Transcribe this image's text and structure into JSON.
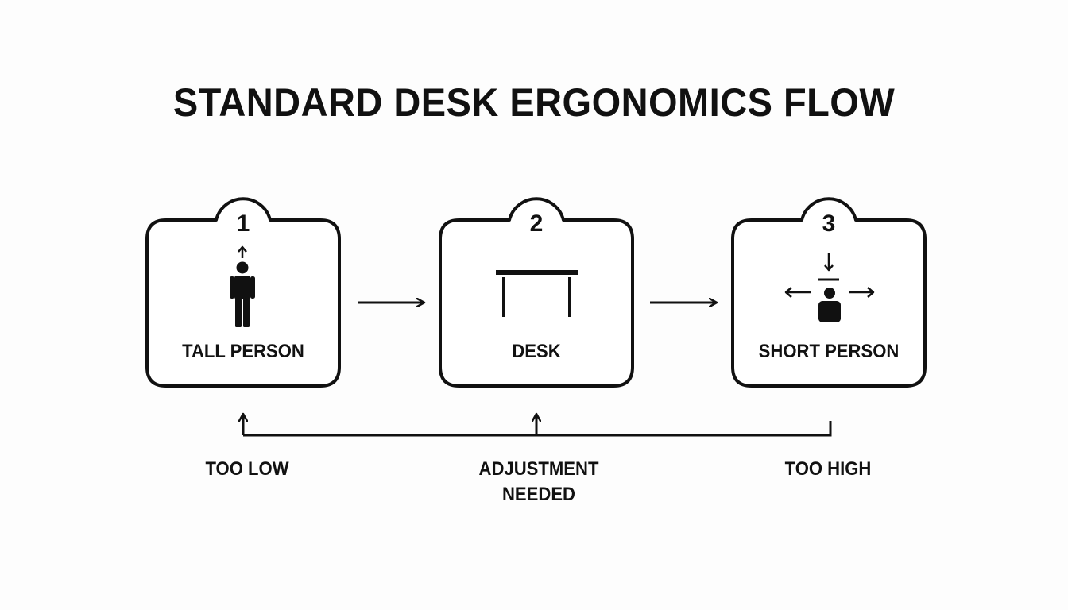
{
  "title": "STANDARD DESK ERGONOMICS FLOW",
  "steps": [
    {
      "number": "1",
      "label": "TALL PERSON",
      "icon": "tall-person-icon"
    },
    {
      "number": "2",
      "label": "DESK",
      "icon": "desk-icon"
    },
    {
      "number": "3",
      "label": "SHORT PERSON",
      "icon": "short-person-icon"
    }
  ],
  "feedback": {
    "left": "TOO LOW",
    "center_line1": "ADJUSTMENT",
    "center_line2": "NEEDED",
    "right": "TOO HIGH"
  },
  "colors": {
    "stroke": "#111111",
    "background": "#fdfdfd"
  }
}
